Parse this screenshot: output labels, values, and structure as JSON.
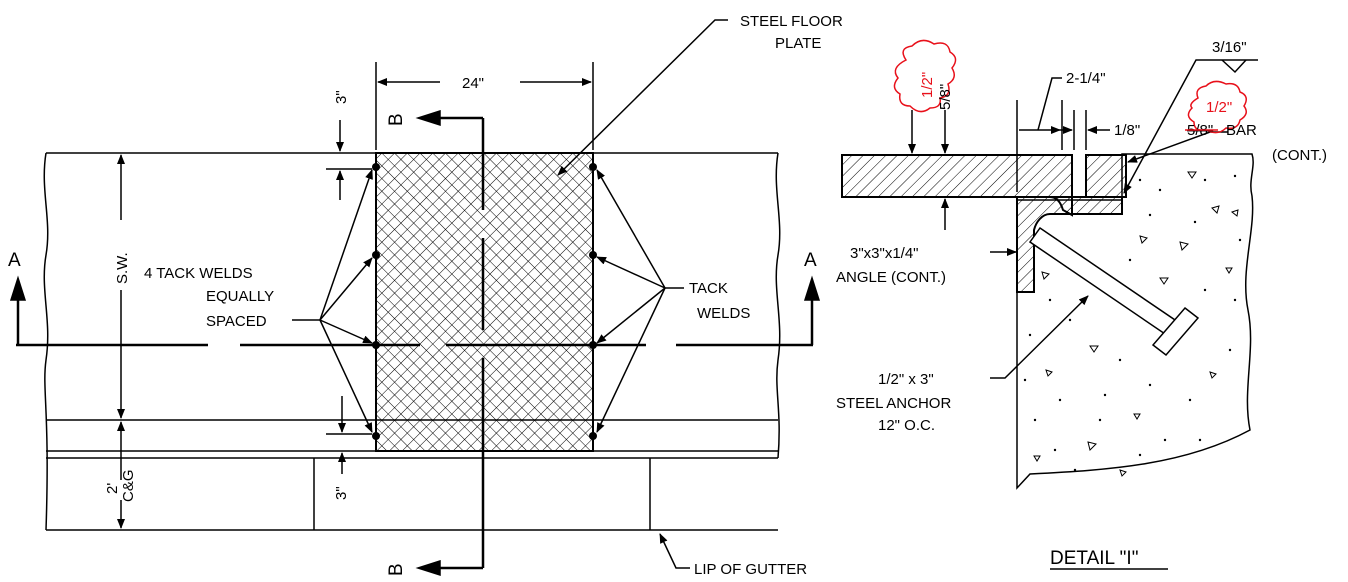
{
  "plan_view": {
    "steel_floor_plate": [
      "STEEL FLOOR",
      "PLATE"
    ],
    "plate_width": "24\"",
    "offset_top": "3\"",
    "offset_bottom": "3\"",
    "sidewalk_label": "S.W.",
    "curb_gutter_width": "2'",
    "curb_gutter_label": "C&G",
    "four_tack_welds": [
      "4 TACK WELDS",
      "EQUALLY",
      "SPACED"
    ],
    "tack_welds": [
      "TACK",
      "WELDS"
    ],
    "section_a": "A",
    "section_b": "B",
    "lip_of_gutter": "LIP OF GUTTER"
  },
  "detail": {
    "title": "DETAIL \"I\"",
    "plate_thickness_old": "5/8\"",
    "plate_thickness_new": "1/2\"",
    "gap_dim": "2-1/4\"",
    "clearance_dim": "1/8\"",
    "weld_size": "3/16\"",
    "bar_thickness_old": "5/8\"",
    "bar_thickness_new": "1/2\"",
    "bar_label": "BAR",
    "bar_cont": "(CONT.)",
    "angle_label": [
      "3\"x3\"x1/4\"",
      "ANGLE (CONT.)"
    ],
    "anchor_label": [
      "1/2\" x 3\"",
      "STEEL ANCHOR",
      "12\" O.C."
    ]
  },
  "colors": {
    "revision": "#e8101a",
    "line": "#000000"
  }
}
